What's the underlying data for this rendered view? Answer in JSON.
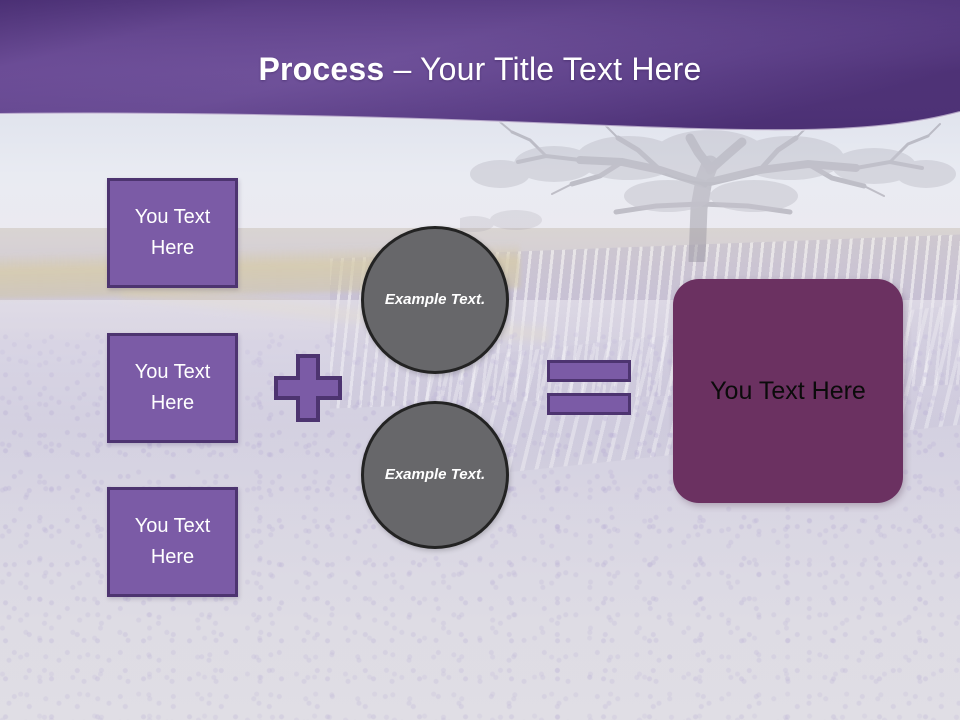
{
  "slide": {
    "title": {
      "bold_part": "Process",
      "rest_part": " – Your Title Text Here"
    }
  },
  "theme": {
    "header_purple_dark": "#4a2f73",
    "header_purple_light": "#7b5ba6",
    "box_fill": "#7b5ba6",
    "box_border": "#4d3470",
    "circle_fill": "#67676a",
    "circle_border": "#232323",
    "result_fill": "#6b3161",
    "result_text": "#0b0b0b",
    "box_text": "#ffffff"
  },
  "diagram": {
    "inputs": [
      {
        "label": "You Text Here"
      },
      {
        "label": "You Text Here"
      },
      {
        "label": "You Text Here"
      }
    ],
    "plus_operator": {
      "symbol": "+",
      "name": "plus-sign"
    },
    "middle": [
      {
        "label": "Example Text."
      },
      {
        "label": "Example Text."
      }
    ],
    "equals_operator": {
      "symbol": "=",
      "name": "equals-sign"
    },
    "result": {
      "label": "You Text Here"
    }
  }
}
